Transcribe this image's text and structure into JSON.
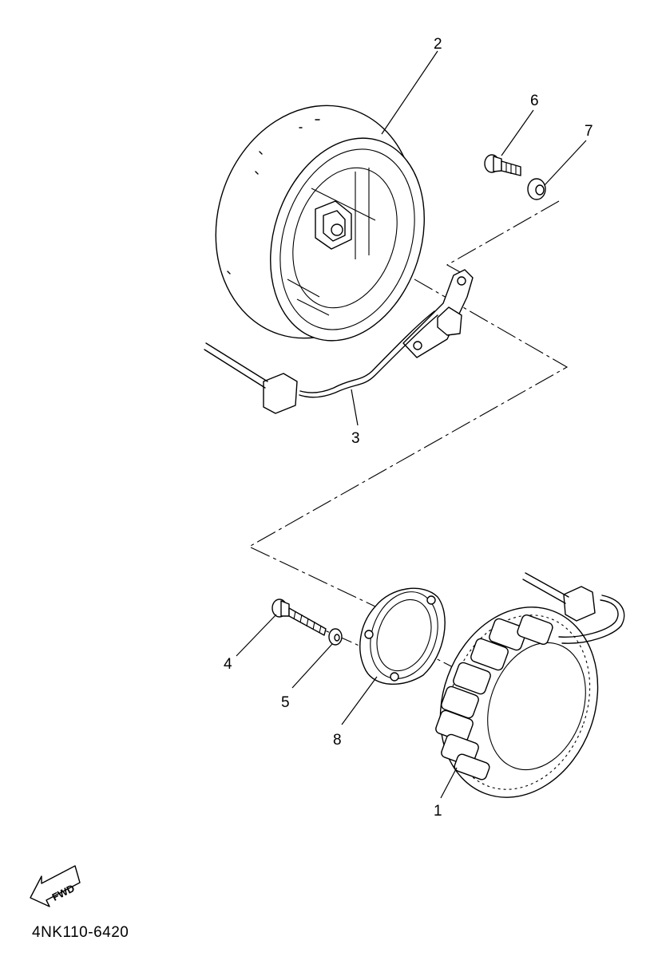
{
  "diagram": {
    "part_code": "4NK110-6420",
    "fwd_label": "FWD",
    "callouts": [
      {
        "id": "1",
        "label": "1"
      },
      {
        "id": "2",
        "label": "2"
      },
      {
        "id": "3",
        "label": "3"
      },
      {
        "id": "4",
        "label": "4"
      },
      {
        "id": "5",
        "label": "5"
      },
      {
        "id": "6",
        "label": "6"
      },
      {
        "id": "7",
        "label": "7"
      },
      {
        "id": "8",
        "label": "8"
      }
    ],
    "parts": [
      {
        "callout": "1",
        "icon": "stator-coil-icon"
      },
      {
        "callout": "2",
        "icon": "rotor-flywheel-icon"
      },
      {
        "callout": "3",
        "icon": "pickup-coil-icon"
      },
      {
        "callout": "4",
        "icon": "long-screw-icon"
      },
      {
        "callout": "5",
        "icon": "washer-icon"
      },
      {
        "callout": "6",
        "icon": "bolt-icon"
      },
      {
        "callout": "7",
        "icon": "washer-icon"
      },
      {
        "callout": "8",
        "icon": "gasket-plate-icon"
      }
    ]
  }
}
